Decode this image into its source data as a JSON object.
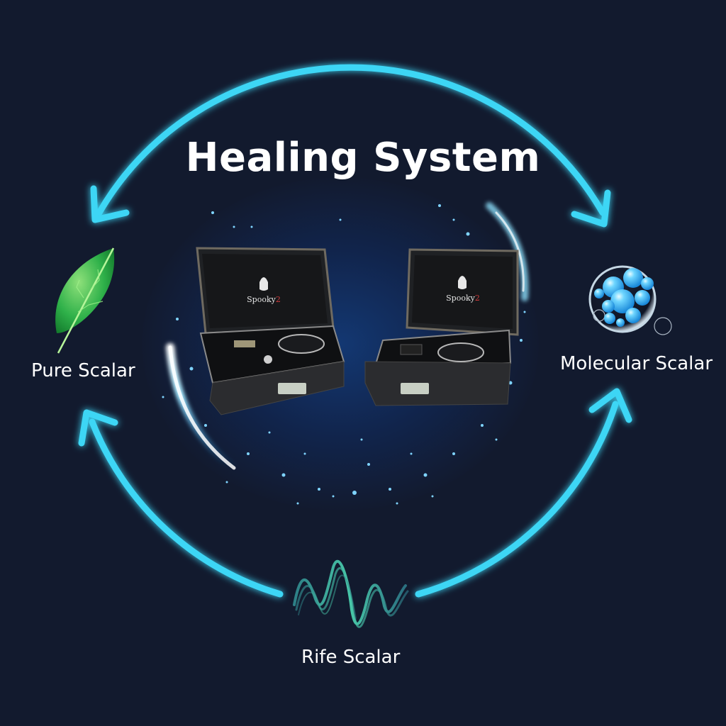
{
  "title": "Healing System",
  "nodes": [
    {
      "id": "pure",
      "label": "Pure Scalar",
      "icon": "leaf-circuit-icon",
      "color": "#3fbf5a"
    },
    {
      "id": "molecular",
      "label": "Molecular Scalar",
      "icon": "molecule-bubbles-icon",
      "color": "#35b8ee"
    },
    {
      "id": "rife",
      "label": "Rife Scalar",
      "icon": "waveform-icon",
      "color": "#3fb8a8"
    }
  ],
  "devices": [
    {
      "brand": "Spooky",
      "brand_suffix": "2"
    },
    {
      "brand": "Spooky",
      "brand_suffix": "2"
    }
  ],
  "colors": {
    "background": "#121a2e",
    "arc": "#3dd6f5",
    "swirl": "#1a6fd0"
  }
}
